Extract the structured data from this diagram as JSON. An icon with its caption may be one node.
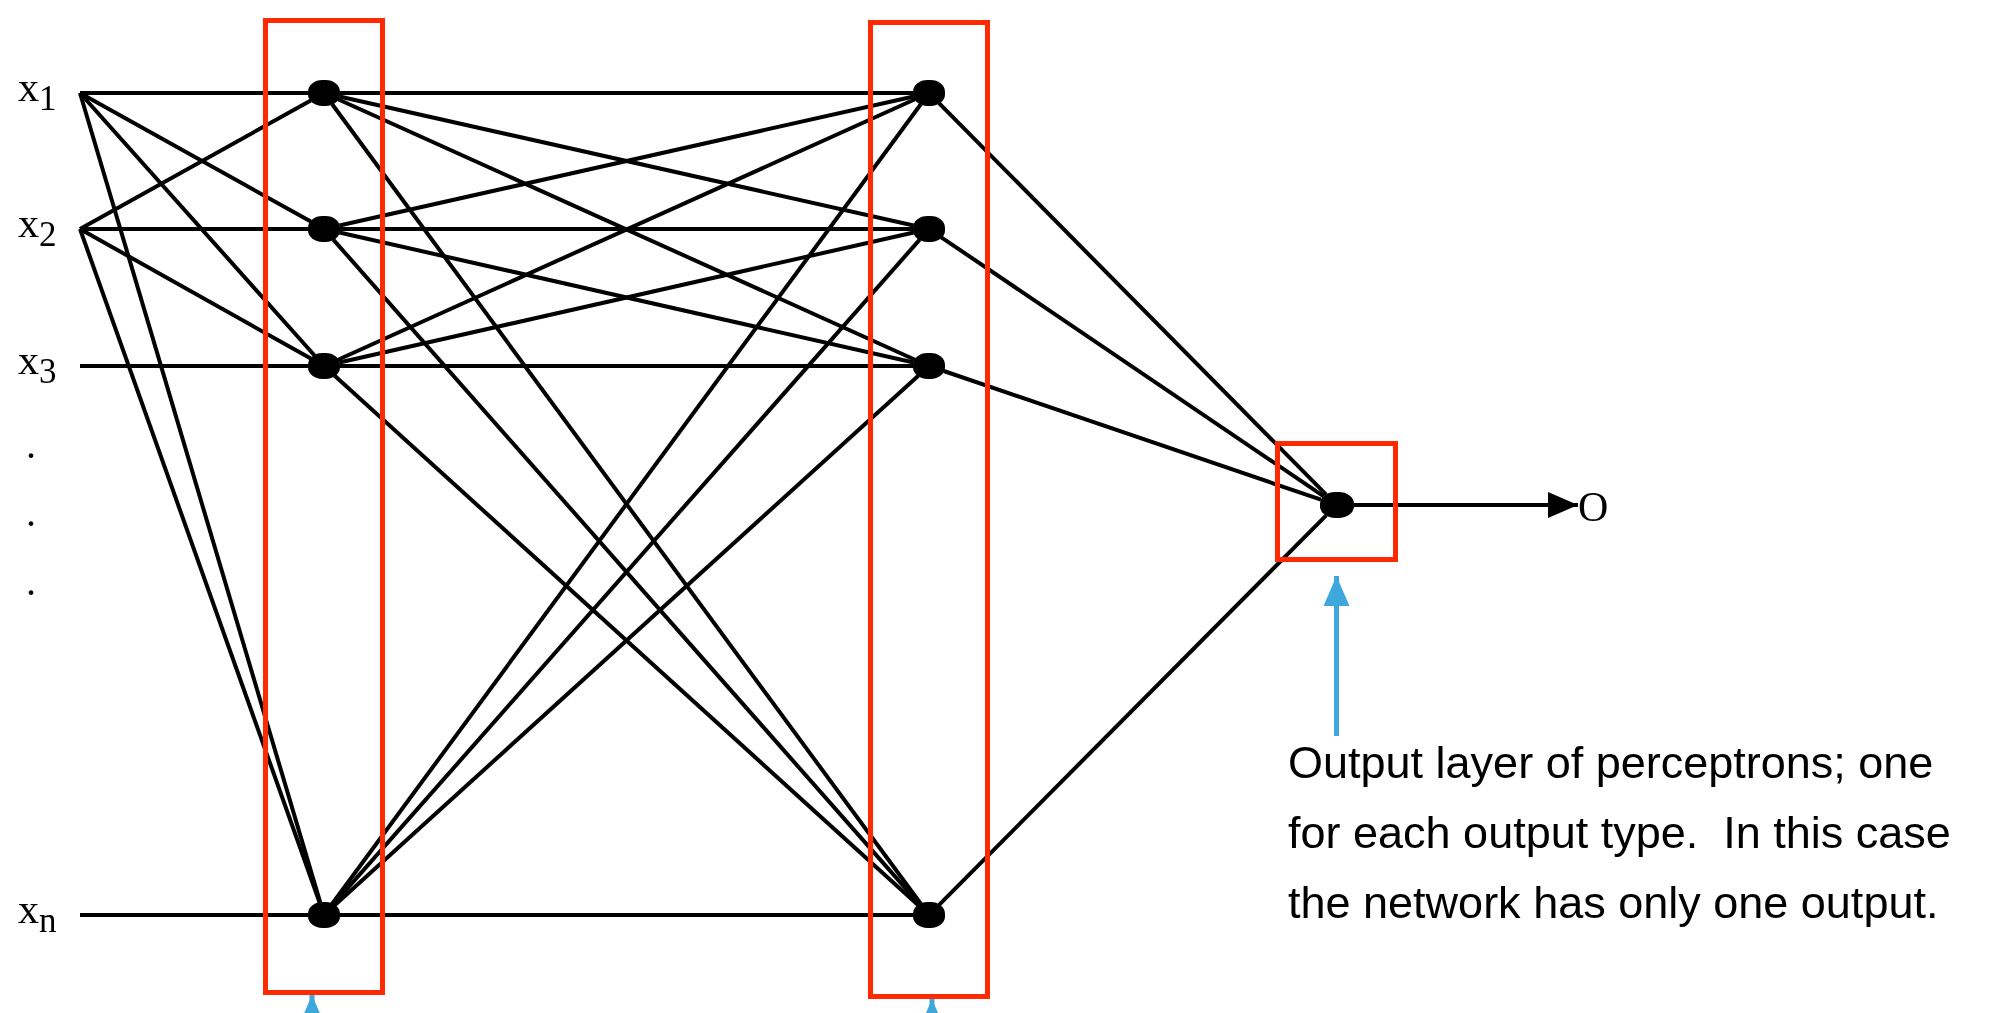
{
  "diagram": {
    "nodes": [
      {
        "text": [
          "x$_{1}$"
        ]
      },
      {
        "text": [
          "x$_{2}$"
        ]
      },
      {
        "text": [
          "x$_{3}$"
        ]
      },
      {
        "text": [
          "x$_{n}$"
        ]
      },
      {
        "text": [],
        "shape": "box"
      },
      {
        "text": [],
        "shape": "circle",
        "in": 4
      },
      {
        "text": [],
        "shape": "circle",
        "in": 4
      },
      {
        "text": [],
        "shape": "circle",
        "in": 4
      },
      {
        "text": [],
        "shape": "circle",
        "in": 4
      },
      {
        "text": [],
        "shape": "box"
      },
      {
        "text": [],
        "shape": "circle",
        "in": 9
      },
      {
        "text": [],
        "shape": "circle",
        "in": 9
      },
      {
        "text": [],
        "shape": "circle",
        "in": 9
      },
      {
        "text": [],
        "shape": "circle",
        "in": 9
      },
      {
        "text": [],
        "shape": "box"
      },
      {
        "text": [],
        "shape": "circle",
        "in": 14
      },
      {
        "text": [
          "O"
        ]
      },
      {
        "text": [
          "Output layer of perceptrons; one for each output type.  In this case the network has only one output."
        ]
      }
    ],
    "edges": [
      {
        "from": 0,
        "to": 5,
        "arrow": "none"
      },
      {
        "from": 0,
        "to": 6,
        "arrow": "none"
      },
      {
        "from": 0,
        "to": 7,
        "arrow": "none"
      },
      {
        "from": 0,
        "to": 8,
        "arrow": "none"
      },
      {
        "from": 1,
        "to": 5,
        "arrow": "none"
      },
      {
        "from": 1,
        "to": 6,
        "arrow": "none"
      },
      {
        "from": 1,
        "to": 7,
        "arrow": "none"
      },
      {
        "from": 1,
        "to": 8,
        "arrow": "none"
      },
      {
        "from": 2,
        "to": 7,
        "arrow": "none"
      },
      {
        "from": 3,
        "to": 8,
        "arrow": "none"
      },
      {
        "from": 5,
        "to": 10,
        "arrow": "none"
      },
      {
        "from": 5,
        "to": 11,
        "arrow": "none"
      },
      {
        "from": 5,
        "to": 12,
        "arrow": "none"
      },
      {
        "from": 5,
        "to": 13,
        "arrow": "none"
      },
      {
        "from": 6,
        "to": 10,
        "arrow": "none"
      },
      {
        "from": 6,
        "to": 11,
        "arrow": "none"
      },
      {
        "from": 6,
        "to": 12,
        "arrow": "none"
      },
      {
        "from": 6,
        "to": 13,
        "arrow": "none"
      },
      {
        "from": 7,
        "to": 10,
        "arrow": "none"
      },
      {
        "from": 7,
        "to": 11,
        "arrow": "none"
      },
      {
        "from": 7,
        "to": 12,
        "arrow": "none"
      },
      {
        "from": 7,
        "to": 13,
        "arrow": "none"
      },
      {
        "from": 8,
        "to": 10,
        "arrow": "none"
      },
      {
        "from": 8,
        "to": 11,
        "arrow": "none"
      },
      {
        "from": 8,
        "to": 12,
        "arrow": "none"
      },
      {
        "from": 8,
        "to": 13,
        "arrow": "none"
      },
      {
        "from": 10,
        "to": 15,
        "arrow": "none"
      },
      {
        "from": 11,
        "to": 15,
        "arrow": "none"
      },
      {
        "from": 12,
        "to": 15,
        "arrow": "none"
      },
      {
        "from": 13,
        "to": 15,
        "arrow": "none"
      },
      {
        "from": 15,
        "to": 16,
        "arrow": "to"
      },
      {
        "from": 17,
        "to": 14,
        "arrow": "to",
        "color": "#3ea8dc"
      },
      {
        "from": null,
        "to": 4,
        "arrow": "to",
        "color": "#3ea8dc"
      },
      {
        "from": null,
        "to": 9,
        "arrow": "to",
        "color": "#3ea8dc"
      }
    ],
    "labels": [
      ".",
      ".",
      "."
    ]
  }
}
